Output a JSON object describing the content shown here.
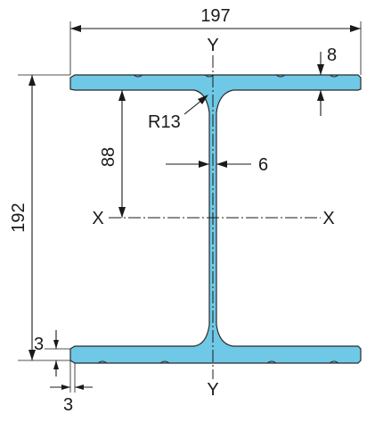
{
  "diagram": {
    "labels": {
      "flange_width": "197",
      "flange_thickness": "8",
      "root_radius": "R13",
      "flange_to_axis": "88",
      "web_thickness": "6",
      "overall_height": "192",
      "edge_offset_v": "3",
      "edge_offset_h": "3"
    },
    "axes": {
      "y_top": "Y",
      "y_bottom": "Y",
      "x_left": "X",
      "x_right": "X"
    }
  },
  "colors": {
    "profile_fill": "#6ec8e6",
    "outline": "#2a2a2a",
    "ink": "#1a1a1a"
  }
}
